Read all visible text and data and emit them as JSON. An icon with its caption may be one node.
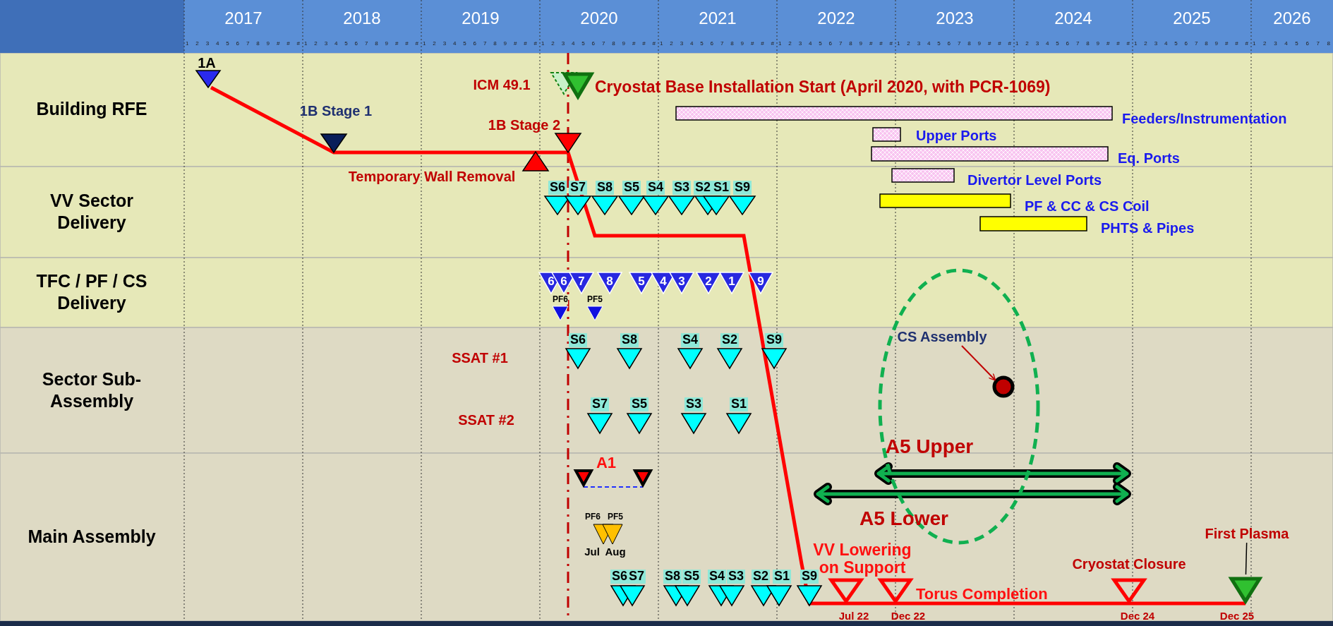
{
  "diagram": {
    "nodes": [
      {
        "text": [
          "CS Assembly"
        ]
      },
      {
        "text": [],
        "shape": "circle"
      },
      {
        "text": [
          "First Plasma"
        ]
      },
      {
        "text": [],
        "shape": "triangle"
      }
    ],
    "edges": [
      {
        "from": 0,
        "to": 1,
        "arrow": "to",
        "color": "#c00000"
      },
      {
        "from": 2,
        "to": 3,
        "arrow": "none",
        "color": "#000000"
      }
    ],
    "labels": [
      "2017",
      "2018",
      "2019",
      "2020",
      "2021",
      "2022",
      "2023",
      "2024",
      "2025",
      "2026",
      "1 2 3 4 5 6 7 8 9 # # #",
      "1 2 3 4 5 6 7 8 9 # # #",
      "1 2 3 4 5 6 7 8 9 # # #",
      "1 2 3 4 5 6 7 8 9 # # #",
      "1 2 3 4 5 6 7 8 9 # # #",
      "1 2 3 4 5 6 7 8 9 # # #",
      "1 2 3 4 5 6 7 8 9 # # #",
      "1 2 3 4 5 6 7 8 9 # # #",
      "1 2 3 4 5 6 7 8 9 # # #",
      "1 2 3 4 5 6 7 8",
      "Building RFE",
      "VV Sector Delivery",
      "TFC / PF / CS Delivery",
      "Sector Sub-Assembly",
      "Main Assembly",
      "1A",
      "ICM 49.1",
      "Cryostat Base Installation Start (April 2020, with PCR-1069)",
      "1B Stage 1",
      "1B Stage 2",
      "Feeders/Instrumentation",
      "Upper Ports",
      "Temporary Wall Removal",
      "Eq. Ports",
      "S6",
      "S7",
      "S8",
      "S5",
      "S4",
      "S3",
      "S2",
      "S1",
      "S9",
      "Divertor Level Ports",
      "PF & CC & CS Coil",
      "PHTS & Pipes",
      "6",
      "6",
      "7",
      "8",
      "5",
      "4",
      "3",
      "2",
      "1",
      "9",
      "PF6",
      "PF5",
      "SSAT #1",
      "S6",
      "S8",
      "S4",
      "S2",
      "S9",
      "SSAT #2",
      "S7",
      "S5",
      "S3",
      "S1",
      "A1",
      "A5 Upper",
      "A5 Lower",
      "PF6",
      "PF5",
      "Jul",
      "Aug",
      "VV Lowering on Support",
      "Cryostat Closure",
      "S6",
      "S7",
      "S8",
      "S5",
      "S4",
      "S3",
      "S2",
      "S1",
      "S9",
      "Torus Completion",
      "Jul 22",
      "Dec 22",
      "Dec 24",
      "Dec 25"
    ]
  }
}
